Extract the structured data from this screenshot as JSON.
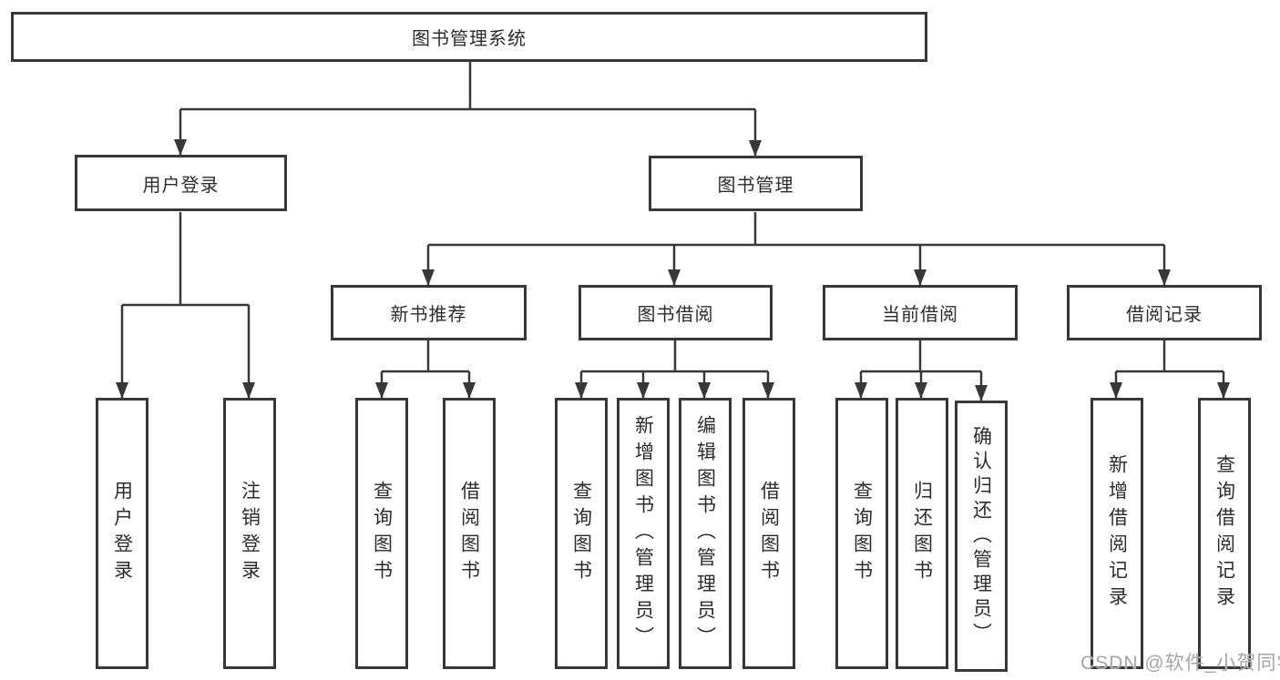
{
  "tree": {
    "label": "图书管理系统",
    "children": [
      {
        "label": "用户登录",
        "children": [
          {
            "label": "用户登录"
          },
          {
            "label": "注销登录"
          }
        ]
      },
      {
        "label": "图书管理",
        "children": [
          {
            "label": "新书推荐",
            "children": [
              {
                "label": "查询图书"
              },
              {
                "label": "借阅图书"
              }
            ]
          },
          {
            "label": "图书借阅",
            "children": [
              {
                "label": "查询图书"
              },
              {
                "label": "新增图书（管理员）"
              },
              {
                "label": "编辑图书（管理员）"
              },
              {
                "label": "借阅图书"
              }
            ]
          },
          {
            "label": "当前借阅",
            "children": [
              {
                "label": "查询图书"
              },
              {
                "label": "归还图书"
              },
              {
                "label": "确认归还（管理员）"
              }
            ]
          },
          {
            "label": "借阅记录",
            "children": [
              {
                "label": "新增借阅记录"
              },
              {
                "label": "查询借阅记录"
              }
            ]
          }
        ]
      }
    ]
  },
  "watermark": {
    "text": "CSDN @软件_小贺同学"
  },
  "colors": {
    "line": "#383838",
    "box_border": "#383838",
    "text": "#2d2d2d",
    "watermark": "#a6a6a6",
    "background": "#ffffff"
  }
}
